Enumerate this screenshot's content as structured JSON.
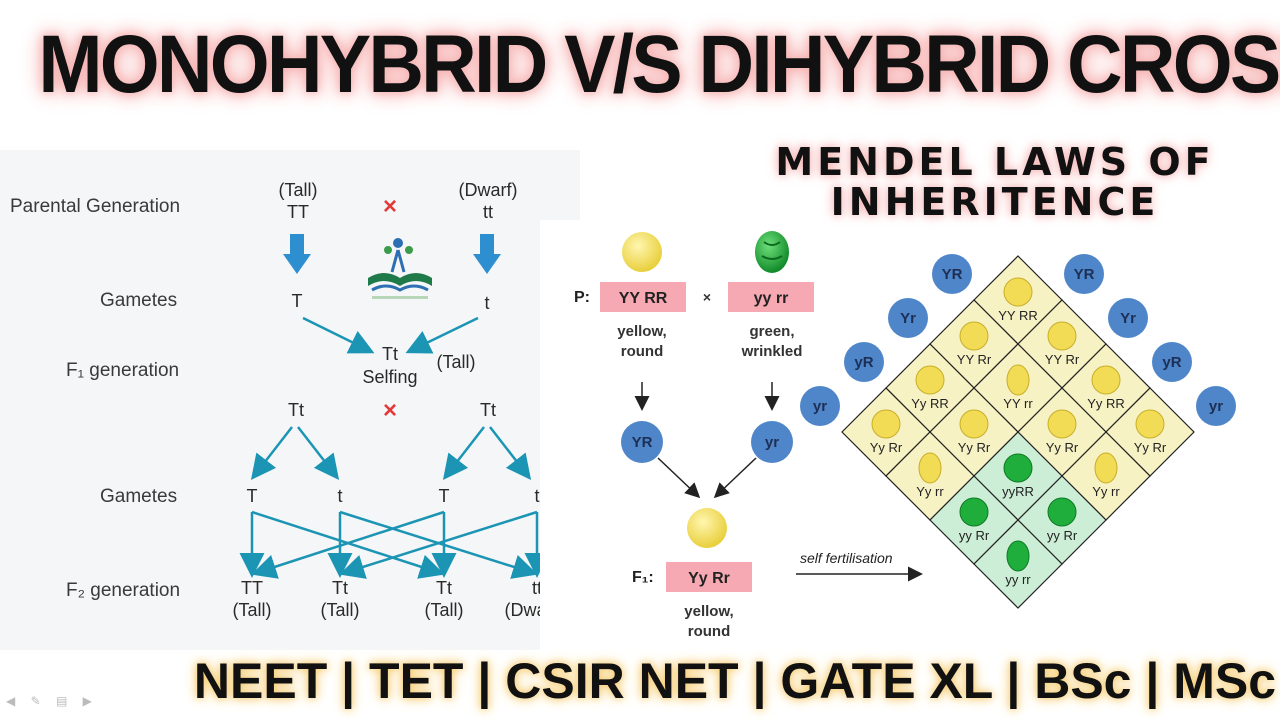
{
  "title": "MONOHYBRID V/S DIHYBRID CROSS",
  "subtitle_line1": "MENDEL LAWS OF",
  "subtitle_line2": "INHERITENCE",
  "footer": "NEET | TET | CSIR NET | GATE XL | BSc | MSc",
  "monohybrid": {
    "row_labels": {
      "parental": "Parental Generation",
      "gametes1": "Gametes",
      "f1": "F₁ generation",
      "gametes2": "Gametes",
      "f2": "F₂ generation"
    },
    "parent_left_pheno": "(Tall)",
    "parent_left_geno": "TT",
    "parent_right_pheno": "(Dwarf)",
    "parent_right_geno": "tt",
    "cross_symbol": "×",
    "gamete_left": "T",
    "gamete_right": "t",
    "f1_geno": "Tt",
    "f1_pheno": "(Tall)",
    "selfing": "Selfing",
    "self_left": "Tt",
    "self_right": "Tt",
    "gametes2": [
      "T",
      "t",
      "T",
      "t"
    ],
    "f2_geno": [
      "TT",
      "Tt",
      "Tt",
      "tt"
    ],
    "f2_pheno": [
      "(Tall)",
      "(Tall)",
      "(Tall)",
      "(Dwarf)"
    ]
  },
  "dihybrid": {
    "p_label": "P:",
    "p_left": "YY RR",
    "p_right": "yy rr",
    "cross_symbol": "×",
    "left_desc_1": "yellow,",
    "left_desc_2": "round",
    "right_desc_1": "green,",
    "right_desc_2": "wrinkled",
    "gamete_left": "YR",
    "gamete_right": "yr",
    "f1_label": "F₁:",
    "f1_geno": "Yy Rr",
    "f1_desc_1": "yellow,",
    "f1_desc_2": "round",
    "self_fertilisation": "self fertilisation"
  },
  "punnett": {
    "bubbles": [
      "YR",
      "YR",
      "Yr",
      "Yr",
      "yR",
      "yR",
      "yr",
      "yr"
    ],
    "cells": [
      "YY RR",
      "YY Rr",
      "YY Rr",
      "Yy RR",
      "YY rr",
      "Yy RR",
      "Yy Rr",
      "Yy Rr",
      "Yy Rr",
      "Yy Rr",
      "Yy rr",
      "yyRR",
      "Yy rr",
      "yy Rr",
      "yy Rr",
      "yy rr"
    ],
    "colors": {
      "yellow_cell": "#f7f2c4",
      "green_cell": "#cdeed6",
      "yellow_pea": "#f2dc55",
      "green_pea": "#1fae3c",
      "bubble": "#4f86c9"
    }
  },
  "colors": {
    "arrow_blue": "#2e8fd0",
    "line_teal": "#1c95b5",
    "cross_red": "#e23a3a",
    "pink_box": "#f6a9b2"
  }
}
